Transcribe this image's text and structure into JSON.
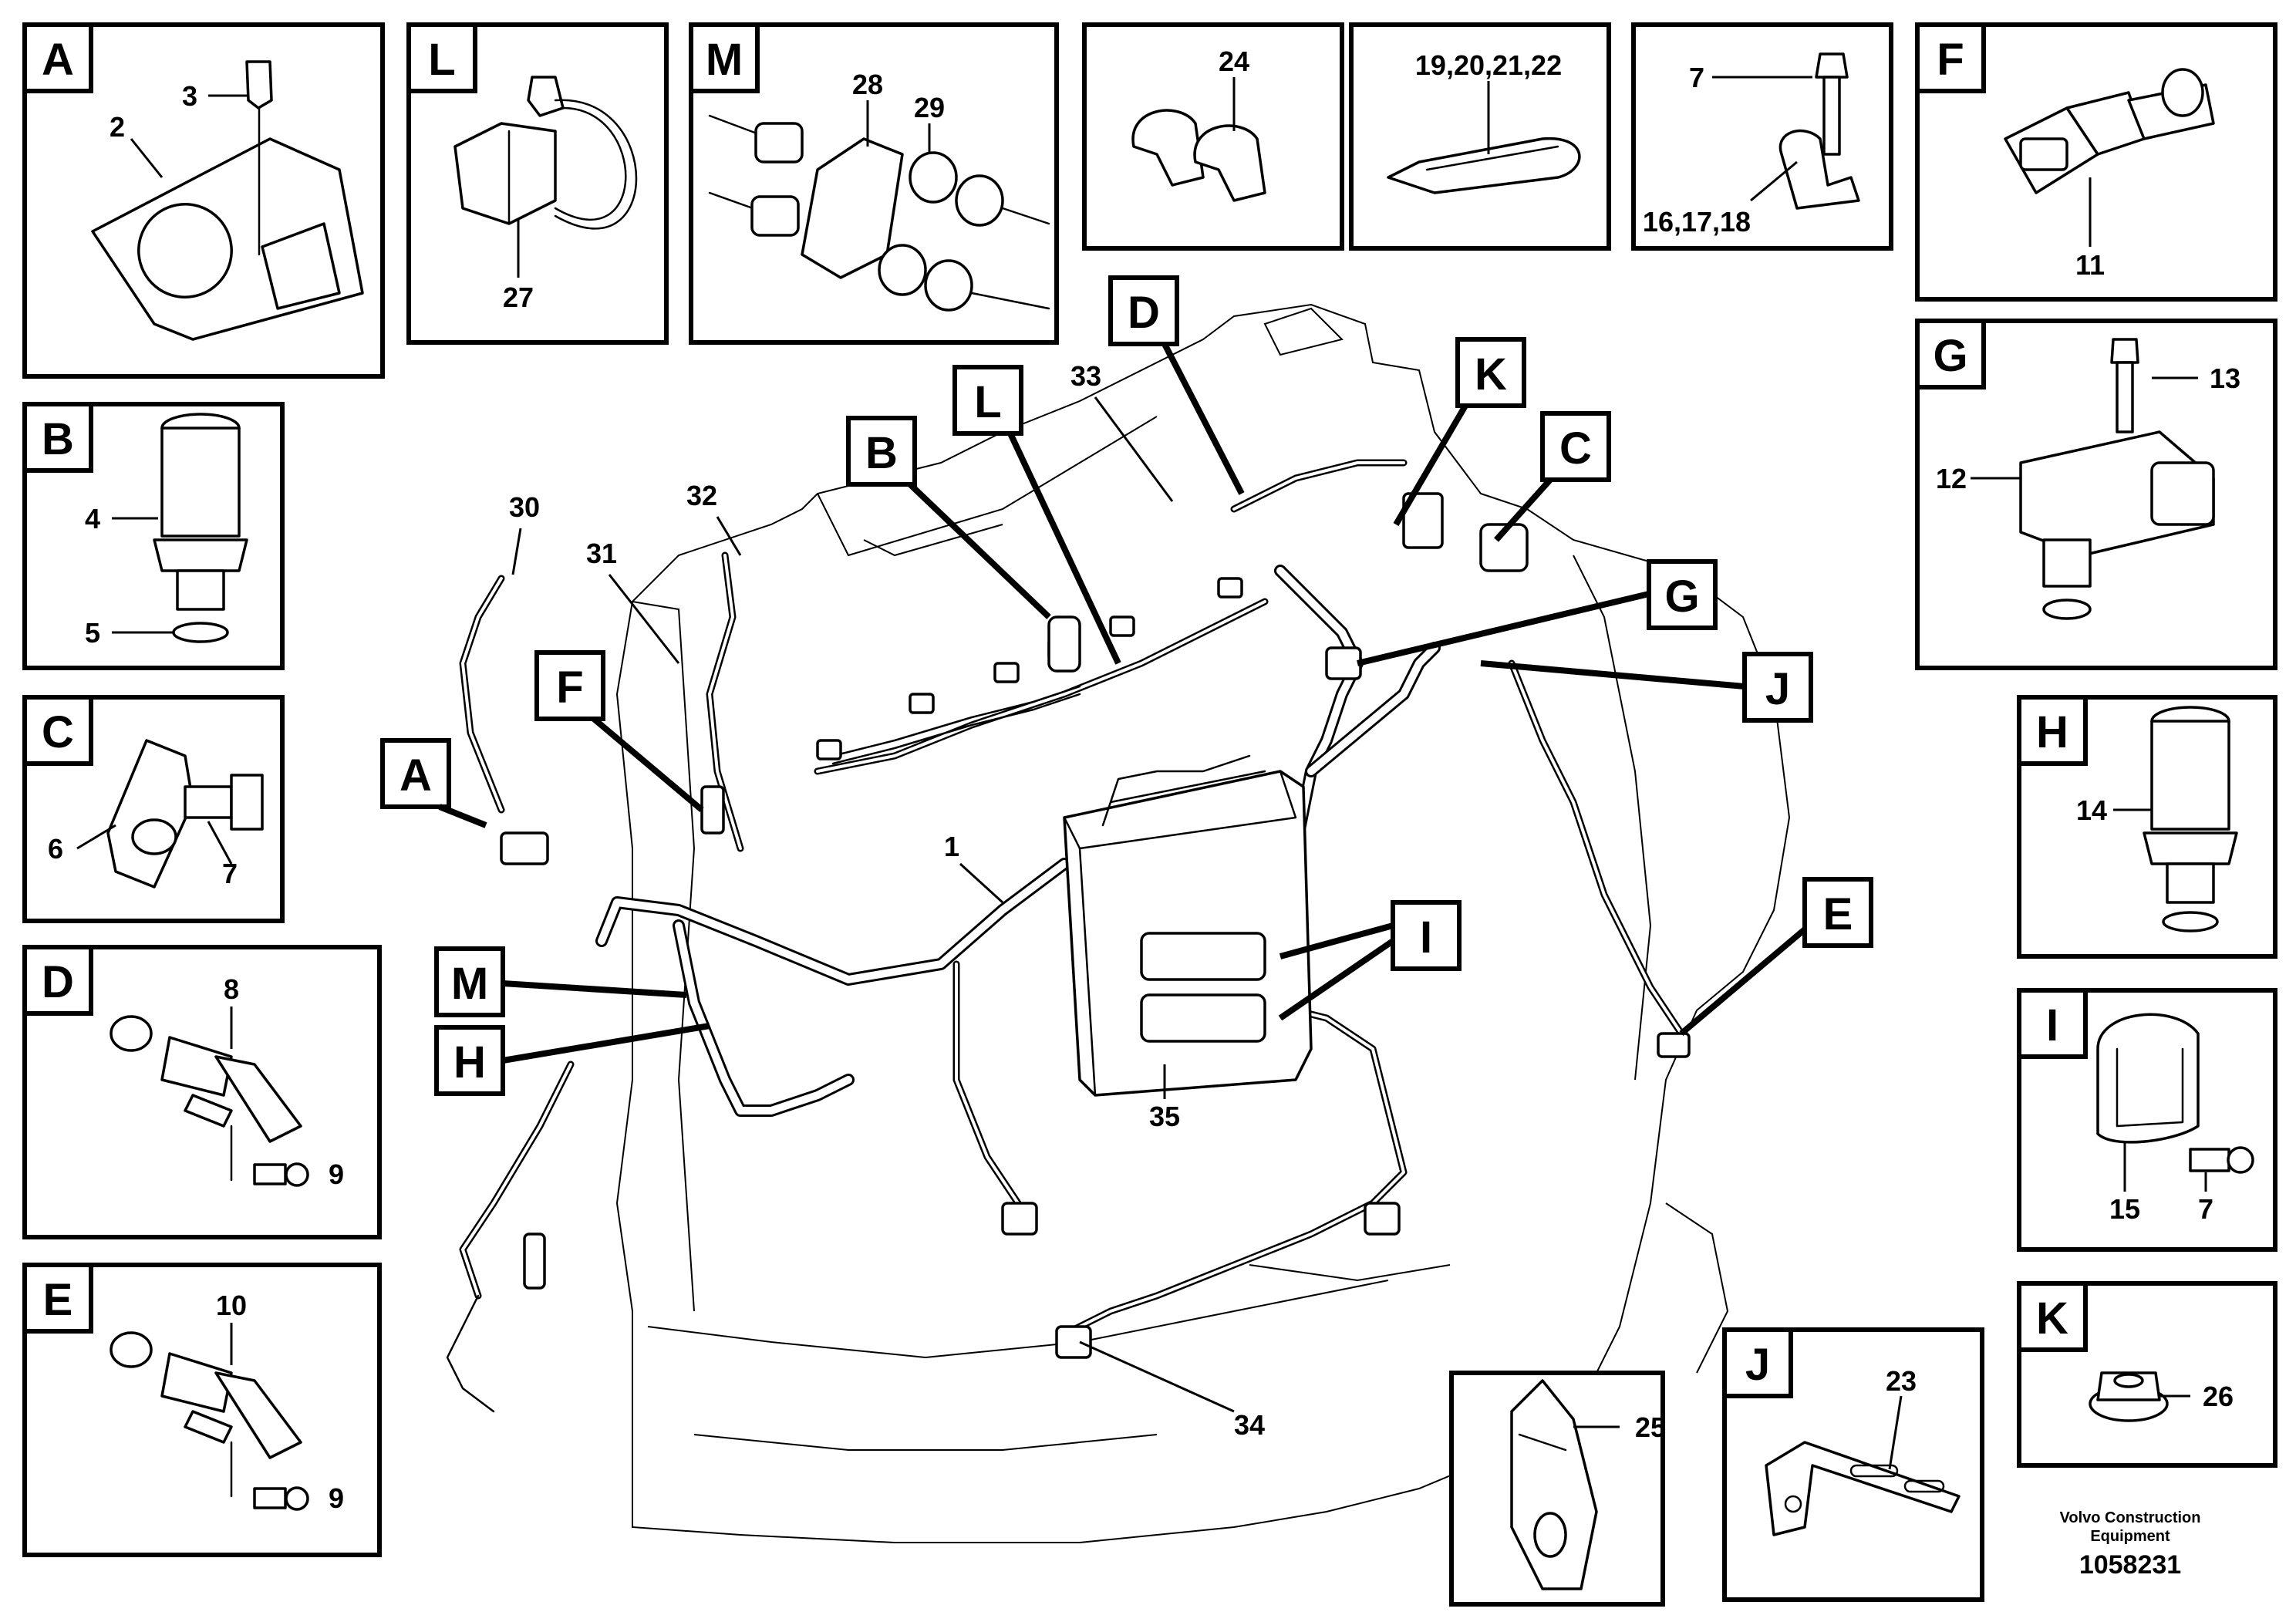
{
  "inset_tags": {
    "A": "A",
    "B": "B",
    "C": "C",
    "D": "D",
    "E": "E",
    "F": "F",
    "G": "G",
    "H": "H",
    "I": "I",
    "J": "J",
    "K": "K",
    "L": "L",
    "M": "M"
  },
  "part_numbers": {
    "n1": "1",
    "n2": "2",
    "n3": "3",
    "n4": "4",
    "n5": "5",
    "n6": "6",
    "n7": "7",
    "n8": "8",
    "n9": "9",
    "n10": "10",
    "n11": "11",
    "n12": "12",
    "n13": "13",
    "n14": "14",
    "n15": "15",
    "n16_18": "16,17,18",
    "n19_22": "19,20,21,22",
    "n23": "23",
    "n24": "24",
    "n25": "25",
    "n26": "26",
    "n27": "27",
    "n28": "28",
    "n29": "29",
    "n30": "30",
    "n31": "31",
    "n32": "32",
    "n33": "33",
    "n34": "34",
    "n35": "35"
  },
  "footer": {
    "credit_line1": "Volvo Construction",
    "credit_line2": "Equipment",
    "drawing_number": "1058231"
  }
}
